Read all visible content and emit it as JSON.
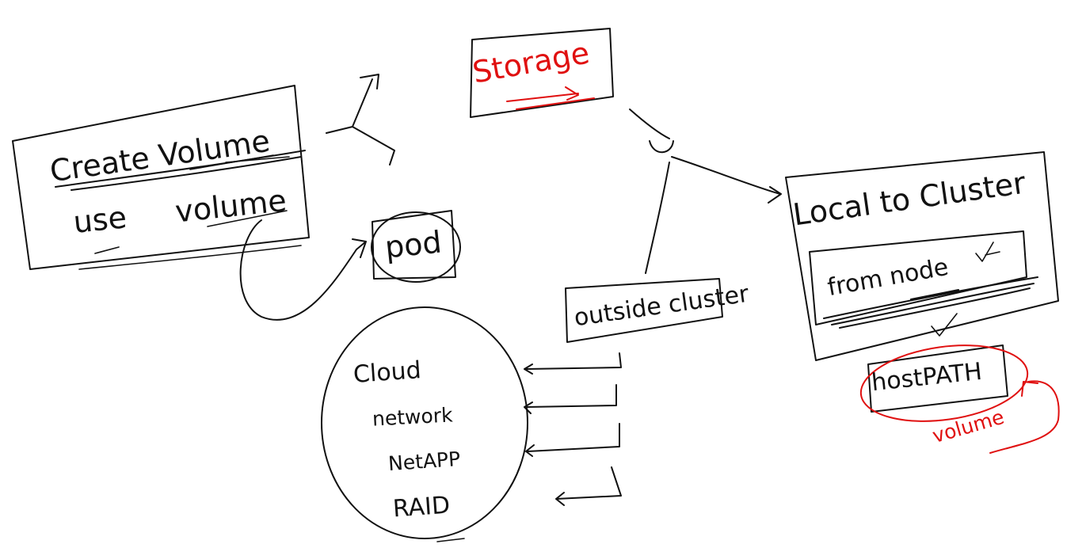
{
  "colors": {
    "ink": "#111111",
    "highlight": "#e01010",
    "background": "#ffffff"
  },
  "nodes": {
    "create_volume": "Create Volume",
    "use_volume": "use volume",
    "pod": "pod",
    "storage": "Storage",
    "local_to_cluster": "Local to Cluster",
    "from_node": "from node",
    "hostpath": "hostPATH",
    "volume_note": "volume",
    "outside_cluster": "outside cluster",
    "cloud_group": {
      "items": [
        "Cloud",
        "network",
        "NetAPP",
        "RAID"
      ]
    }
  }
}
